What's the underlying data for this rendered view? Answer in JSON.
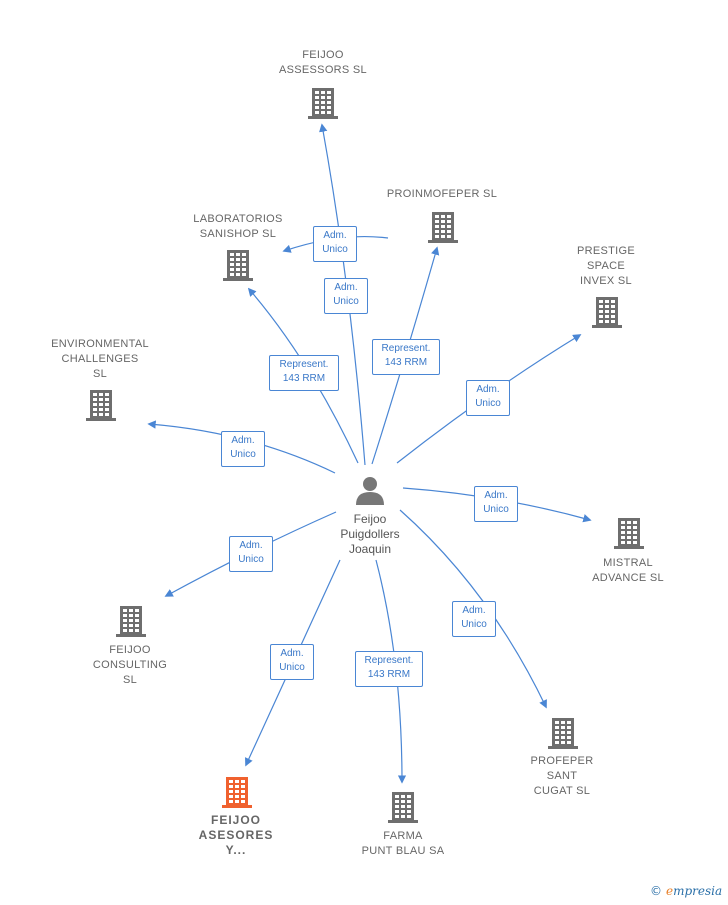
{
  "center": {
    "label": "Feijoo\nPuigdollers\nJoaquin"
  },
  "nodes": [
    {
      "id": "feijoo-assessors",
      "label": "FEIJOO\nASSESSORS SL",
      "primary": false
    },
    {
      "id": "proinmofeper",
      "label": "PROINMOFEPER SL",
      "primary": false
    },
    {
      "id": "laboratorios-sanishop",
      "label": "LABORATORIOS\nSANISHOP SL",
      "primary": false
    },
    {
      "id": "prestige-space",
      "label": "PRESTIGE\nSPACE\nINVEX  SL",
      "primary": false
    },
    {
      "id": "environmental",
      "label": "ENVIRONMENTAL\nCHALLENGES\nSL",
      "primary": false
    },
    {
      "id": "mistral-advance",
      "label": "MISTRAL\nADVANCE  SL",
      "primary": false
    },
    {
      "id": "feijoo-consulting",
      "label": "FEIJOO\nCONSULTING\nSL",
      "primary": false
    },
    {
      "id": "profeper",
      "label": "PROFEPER\nSANT\nCUGAT SL",
      "primary": false
    },
    {
      "id": "feijoo-asesores",
      "label": "FEIJOO\nASESORES\nY...",
      "primary": true
    },
    {
      "id": "farma-punt-blau",
      "label": "FARMA\nPUNT BLAU SA",
      "primary": false
    }
  ],
  "relations": [
    {
      "id": "rel-assessors",
      "label": "Adm.\nUnico"
    },
    {
      "id": "rel-sanishop-adm",
      "label": "Adm.\nUnico"
    },
    {
      "id": "rel-sanishop-rep",
      "label": "Represent.\n143 RRM"
    },
    {
      "id": "rel-proinmofeper",
      "label": "Represent.\n143 RRM"
    },
    {
      "id": "rel-prestige",
      "label": "Adm.\nUnico"
    },
    {
      "id": "rel-environmental",
      "label": "Adm.\nUnico"
    },
    {
      "id": "rel-mistral",
      "label": "Adm.\nUnico"
    },
    {
      "id": "rel-consulting",
      "label": "Adm.\nUnico"
    },
    {
      "id": "rel-profeper",
      "label": "Adm.\nUnico"
    },
    {
      "id": "rel-asesores",
      "label": "Adm.\nUnico"
    },
    {
      "id": "rel-farma",
      "label": "Represent.\n143 RRM"
    }
  ],
  "colors": {
    "edge": "#4a86d4",
    "building": "#6e6e6e",
    "building_primary": "#f0612e",
    "person": "#777777"
  },
  "brand": {
    "copyright": "©",
    "initial": "e",
    "name": "mpresia"
  }
}
